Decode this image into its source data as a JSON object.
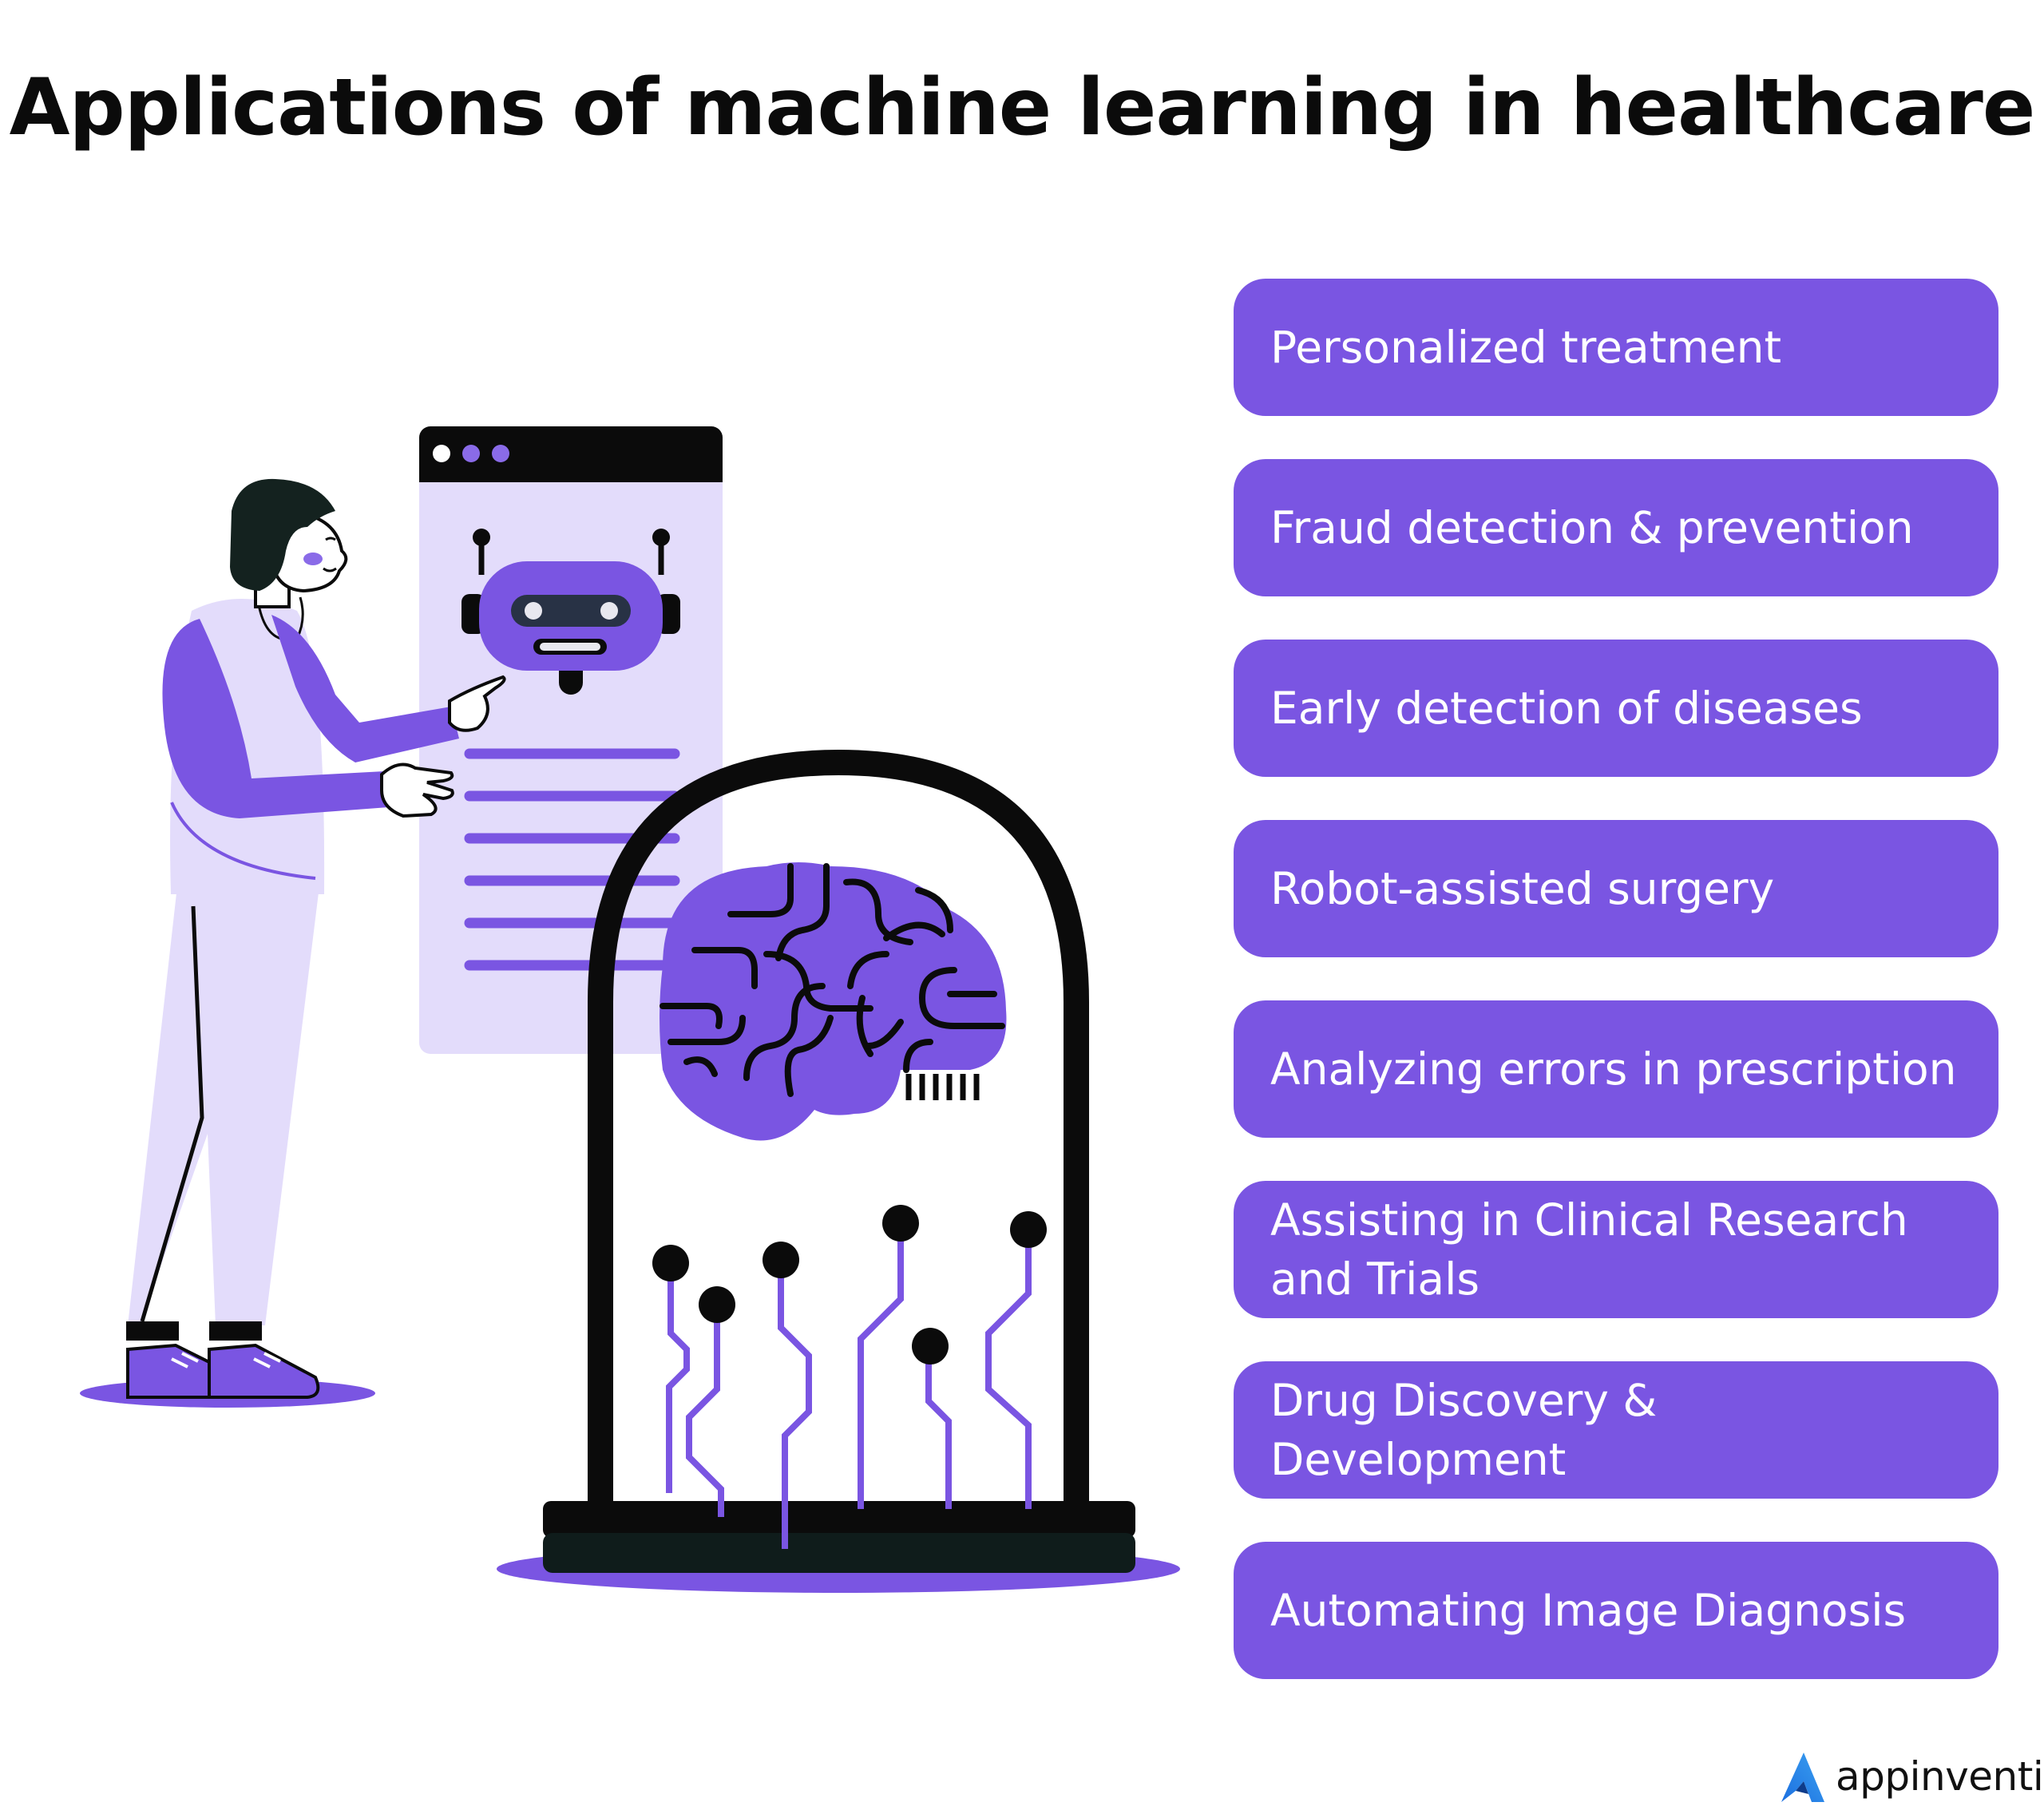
{
  "title": "Applications of machine learning in healthcare",
  "applications": [
    {
      "label": "Personalized treatment"
    },
    {
      "label": "Fraud detection & prevention"
    },
    {
      "label": "Early detection of diseases"
    },
    {
      "label": "Robot-assisted surgery"
    },
    {
      "label": "Analyzing errors in prescription"
    },
    {
      "label": "Assisting in Clinical Research and Trials"
    },
    {
      "label": "Drug Discovery & Development"
    },
    {
      "label": "Automating Image Diagnosis"
    }
  ],
  "brand": {
    "name": "appinventiv",
    "logo_icon": "appinventiv-a-logo-icon"
  },
  "colors": {
    "accent": "#7a55e2",
    "accent_light": "#e3dcfb",
    "dark": "#0e1a1c",
    "text": "#0b0b0b"
  },
  "illustration": {
    "description_icons": [
      "woman-figure-icon",
      "browser-window-icon",
      "robot-head-icon",
      "brain-icon",
      "glass-dome-icon",
      "circuit-lines-icon"
    ]
  }
}
